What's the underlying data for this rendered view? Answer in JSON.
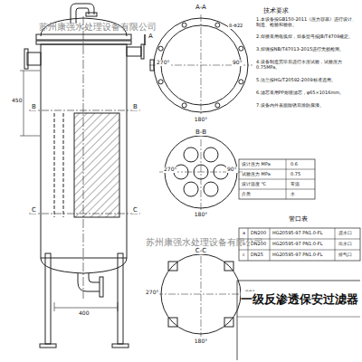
{
  "diagram": {
    "title": "一级反渗透保安过滤器",
    "labels": [
      "苏州康强水处理设备有限公司",
      "苏州康强水处理设备有限公司",
      "A-A",
      "270°",
      "90°",
      "180°",
      "B-B",
      "270°",
      "90°",
      "180°",
      "C-C",
      "270°",
      "90°",
      "180°",
      "450",
      "400",
      "A",
      "B",
      "B",
      "C",
      "C",
      "技术要求",
      "1.本设备按GB150-2011《压力容器》进行设计、制造、检验和验收。",
      "2.焊接采用电弧焊，焊条型号按JB/T4709规定。",
      "3.焊缝按NB/T47013-2015进行无损检测。",
      "4.设备制造完毕后进行水压试验，试验压力0.75MPa。",
      "5.法兰按HG/T20592-2009标准选用。",
      "6.滤芯采用PP熔喷滤芯，φ65×1016mm。",
      "7.设备内外表面除锈后涂防腐漆。",
      "8-Φ22",
      "设计压力 MPa",
      "0.6",
      "试验压力 MPa",
      "0.75",
      "设计温度 ℃",
      "常温",
      "介质",
      "水",
      "管口表",
      "a",
      "DN200",
      "HG20595-97 PN1.0-FL",
      "进水口",
      "b",
      "DN200",
      "HG20595-97 PN1.0-FL",
      "出水口",
      "c",
      "DN25",
      "HG20595-97 PN1.0-FL",
      "排气口"
    ]
  }
}
